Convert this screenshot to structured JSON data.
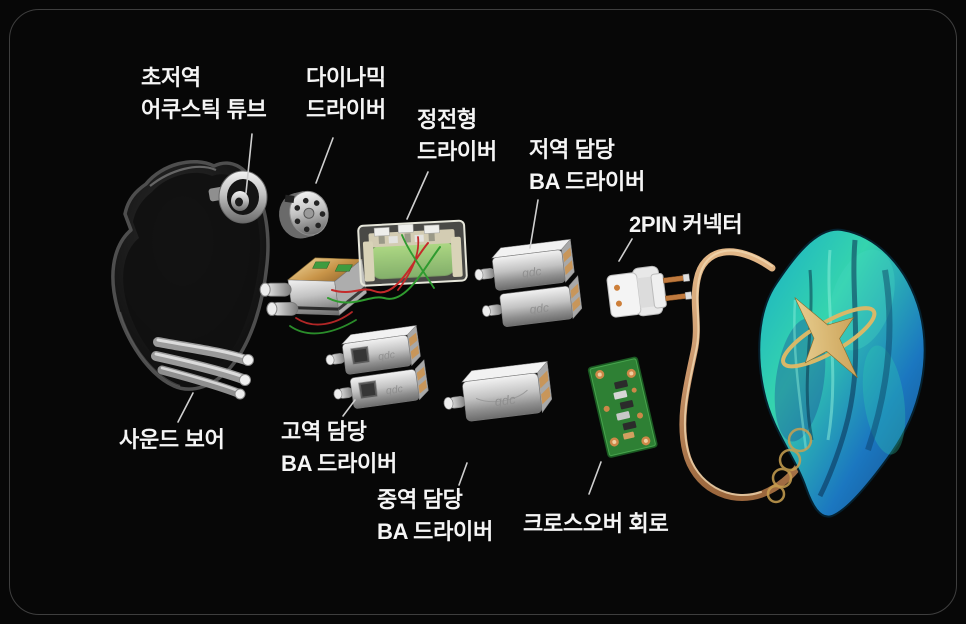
{
  "diagram": {
    "description_labels": {
      "ultra_low_tube": "초저역\n어쿠스틱 튜브",
      "dynamic_driver": "다이나믹\n드라이버",
      "electrostatic_driver": "정전형\n드라이버",
      "low_ba_driver": "저역 담당\nBA 드라이버",
      "two_pin_connector": "2PIN 커넥터",
      "sound_bore": "사운드 보어",
      "high_ba_driver": "고역 담당\nBA 드라이버",
      "mid_ba_driver": "중역 담당\nBA 드라이버",
      "crossover_circuit": "크로스오버 회로"
    },
    "markings": {
      "ba_logo": "qdc"
    },
    "colors": {
      "background": "#070707",
      "panel_border": "#3e3e3e",
      "label_text": "#f5f5f5",
      "leader_line": "#cfcfcf",
      "shell_body": "#141414",
      "metal_silver": "#d9d9d9",
      "copper": "#c07a3e",
      "est_green": "#6fae49",
      "pcb_green": "#2e8034",
      "hook_gold": "#c9956a",
      "faceplate_teal": "#2fd0b0",
      "faceplate_blue": "#1b6fb8",
      "star_gold": "#d9b45c"
    }
  }
}
